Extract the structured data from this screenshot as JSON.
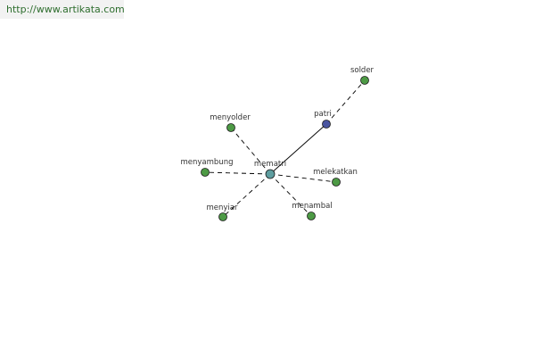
{
  "header": {
    "url": "http://www.artikata.com"
  },
  "graph": {
    "colors": {
      "center_node": "#5f9ea0",
      "primary_node": "#4a55a0",
      "leaf_node": "#4d9a45",
      "node_stroke": "#1a1a1a",
      "edge": "#000000"
    },
    "nodes": [
      {
        "id": "mematri",
        "label": "mematri",
        "kind": "center"
      },
      {
        "id": "patri",
        "label": "patri",
        "kind": "primary"
      },
      {
        "id": "solder",
        "label": "solder",
        "kind": "leaf"
      },
      {
        "id": "menyolder",
        "label": "menyolder",
        "kind": "leaf"
      },
      {
        "id": "menyambung",
        "label": "menyambung",
        "kind": "leaf"
      },
      {
        "id": "melekatkan",
        "label": "melekatkan",
        "kind": "leaf"
      },
      {
        "id": "menyiar",
        "label": "menyiar",
        "kind": "leaf"
      },
      {
        "id": "menambal",
        "label": "menambal",
        "kind": "leaf"
      }
    ],
    "edges": [
      {
        "from": "mematri",
        "to": "patri",
        "style": "solid"
      },
      {
        "from": "patri",
        "to": "solder",
        "style": "dashed"
      },
      {
        "from": "mematri",
        "to": "menyolder",
        "style": "dashed"
      },
      {
        "from": "mematri",
        "to": "menyambung",
        "style": "dashed"
      },
      {
        "from": "mematri",
        "to": "melekatkan",
        "style": "dashed"
      },
      {
        "from": "mematri",
        "to": "menyiar",
        "style": "dashed"
      },
      {
        "from": "mematri",
        "to": "menambal",
        "style": "dashed"
      }
    ]
  }
}
